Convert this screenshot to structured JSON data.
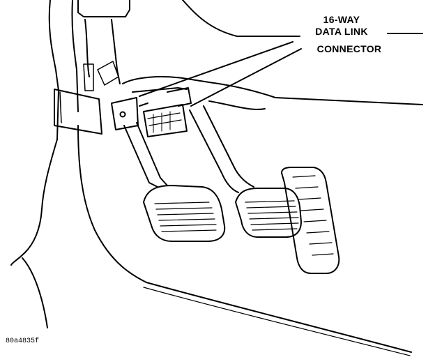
{
  "callout": {
    "line1": "16-WAY",
    "line2": "DATA LINK",
    "line3": "CONNECTOR"
  },
  "reference_code": "80a4835f",
  "colors": {
    "ink": "#000000",
    "paper": "#ffffff"
  }
}
